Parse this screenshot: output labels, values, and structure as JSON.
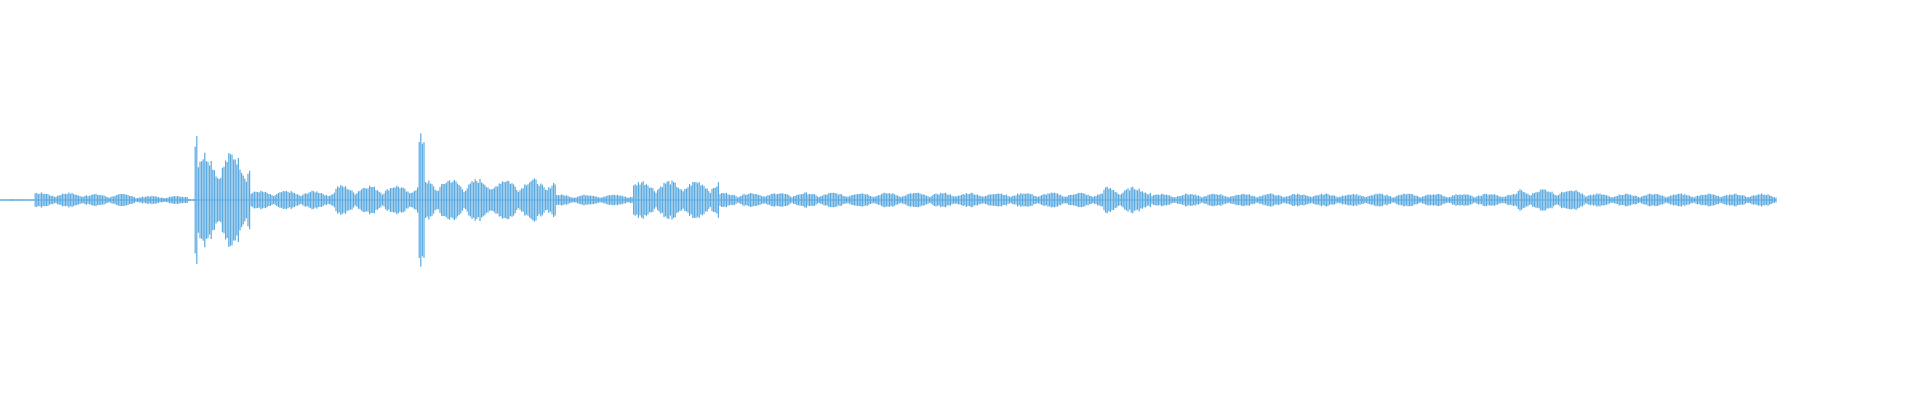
{
  "waveform": {
    "color": "#5aa9e0",
    "duration_fraction": 0.925,
    "baseline_fraction": 0.5,
    "segments": [
      {
        "start": 0.0,
        "end": 0.018,
        "amp": 0.01
      },
      {
        "start": 0.018,
        "end": 0.045,
        "amp": 0.08
      },
      {
        "start": 0.045,
        "end": 0.07,
        "amp": 0.065
      },
      {
        "start": 0.07,
        "end": 0.098,
        "amp": 0.045
      },
      {
        "start": 0.098,
        "end": 0.101,
        "amp": 0.02
      },
      {
        "start": 0.101,
        "end": 0.103,
        "amp": 0.98
      },
      {
        "start": 0.103,
        "end": 0.13,
        "amp": 0.52
      },
      {
        "start": 0.13,
        "end": 0.175,
        "amp": 0.1
      },
      {
        "start": 0.175,
        "end": 0.218,
        "amp": 0.16
      },
      {
        "start": 0.218,
        "end": 0.221,
        "amp": 0.72
      },
      {
        "start": 0.221,
        "end": 0.29,
        "amp": 0.23
      },
      {
        "start": 0.29,
        "end": 0.33,
        "amp": 0.06
      },
      {
        "start": 0.33,
        "end": 0.375,
        "amp": 0.21
      },
      {
        "start": 0.375,
        "end": 0.575,
        "amp": 0.08
      },
      {
        "start": 0.575,
        "end": 0.6,
        "amp": 0.14
      },
      {
        "start": 0.6,
        "end": 0.79,
        "amp": 0.07
      },
      {
        "start": 0.79,
        "end": 0.825,
        "amp": 0.12
      },
      {
        "start": 0.825,
        "end": 0.925,
        "amp": 0.07
      }
    ]
  }
}
